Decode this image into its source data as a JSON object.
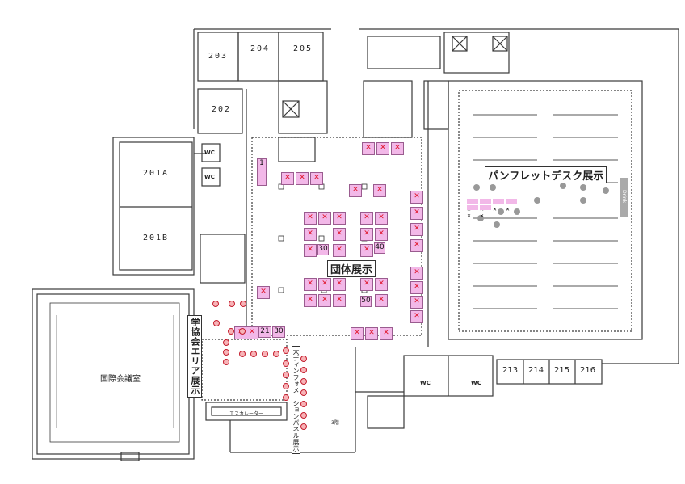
{
  "rooms": {
    "r203": "203",
    "r204": "204",
    "r205": "205",
    "r202": "202",
    "r201a": "201A",
    "r201b": "201B",
    "r213": "213",
    "r214": "214",
    "r215": "215",
    "r216": "216",
    "wc": "WC",
    "hall": "国際会議室",
    "escalator": "エスカレーター",
    "floor3": "3階",
    "drink": "Drink"
  },
  "areas": {
    "group": "団体展示",
    "pamphlet": "パンフレットデスク展示",
    "academic": "学協会エリア展示",
    "information": "大ディンフォメーションパネル展示"
  },
  "booths": {
    "b1": "1",
    "b21": "21",
    "b30": "30",
    "b30a": "30",
    "b50": "50",
    "b40": "40",
    "mark": "✕"
  },
  "colors": {
    "booth": "#f2b8e8",
    "mark": "#e0162b",
    "wall": "#3a3a3a"
  }
}
